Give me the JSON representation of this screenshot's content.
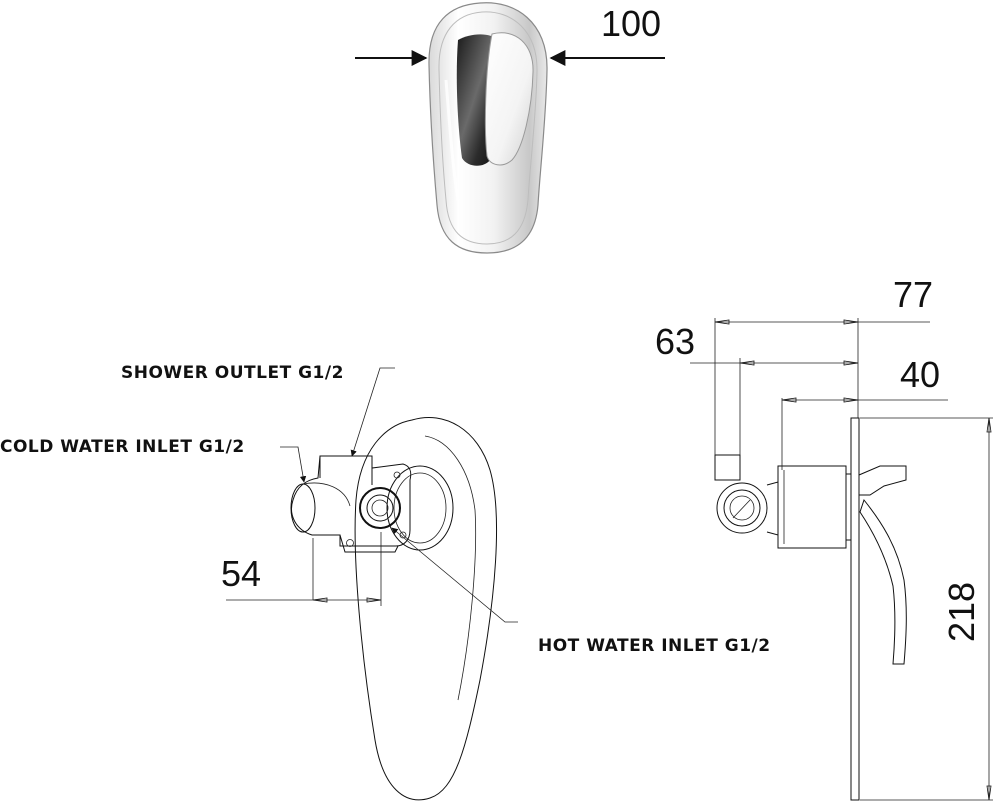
{
  "dimensions": {
    "front_width": "100",
    "side_depth_total": "77",
    "side_depth_body": "63",
    "side_depth_plate": "40",
    "inlet_spacing": "54",
    "plate_height": "218"
  },
  "labels": {
    "shower_outlet": "SHOWER OUTLET G1/2",
    "cold_inlet": "COLD WATER INLET G1/2",
    "hot_inlet": "HOT WATER INLET G1/2"
  }
}
